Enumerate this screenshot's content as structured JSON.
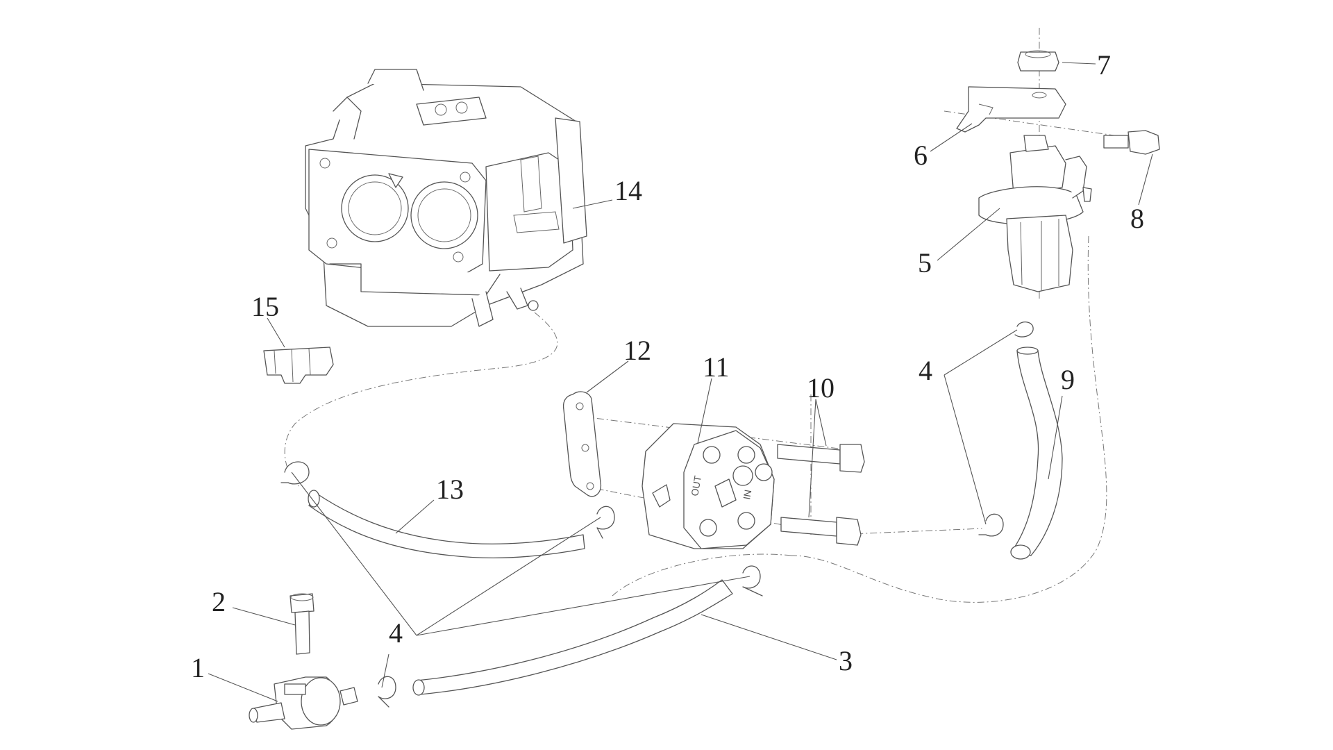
{
  "callouts": {
    "c1": "1",
    "c2": "2",
    "c3": "3",
    "c4a": "4",
    "c4b": "4",
    "c5": "5",
    "c6": "6",
    "c7": "7",
    "c8": "8",
    "c9": "9",
    "c10": "10",
    "c11": "11",
    "c12": "12",
    "c13": "13",
    "c14": "14",
    "c15": "15"
  },
  "pump_marks": {
    "m1": "OUT",
    "m2": "IN"
  }
}
